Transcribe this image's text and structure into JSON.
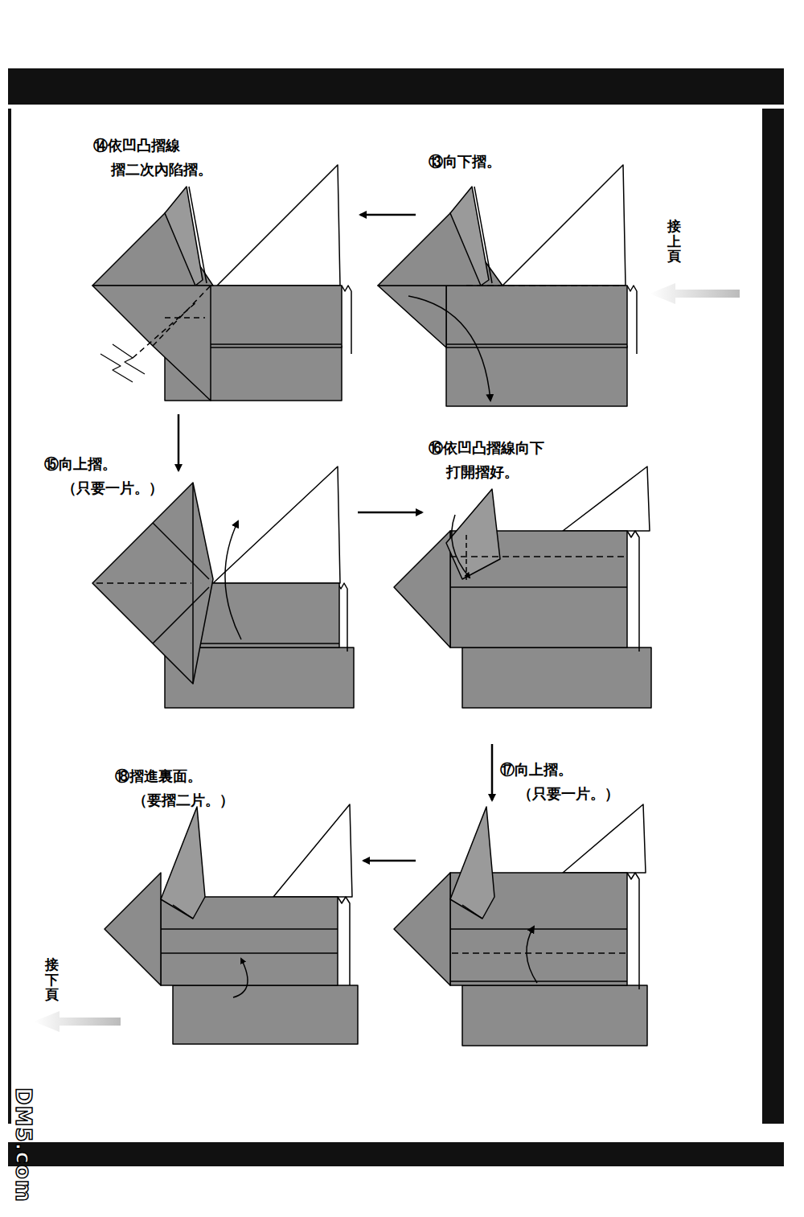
{
  "diagram": {
    "labels": [
      "⑭依凹凸摺線 摺二次內陷摺。",
      "⑬向下摺。",
      "接上頁",
      "⑮向上摺。 （只要一片。）",
      "⑯依凹凸摺線向下 打開摺好。",
      "⑱摺進裏面。 （要摺二片。）",
      "⑰向上摺。 （只要一片。）",
      "接下頁",
      "DM5.com"
    ]
  }
}
